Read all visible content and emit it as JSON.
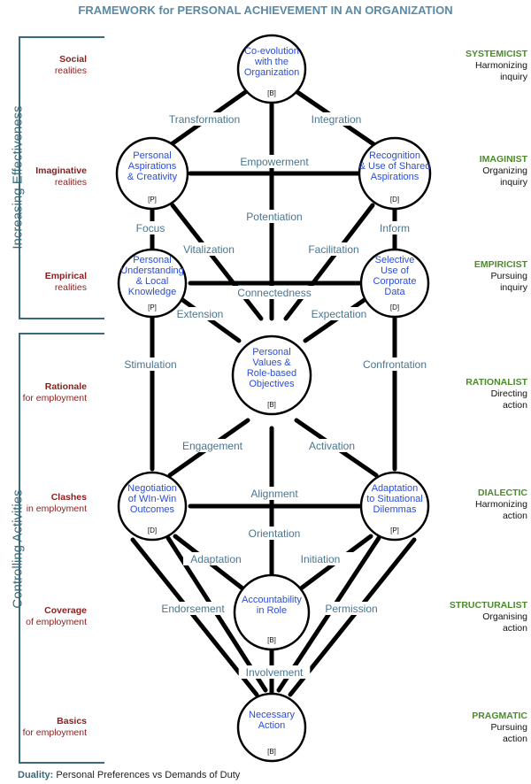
{
  "title": "FRAMEWORK for PERSONAL ACHIEVEMENT IN AN ORGANIZATION",
  "brackets": {
    "top": "Increasing Effectiveness",
    "bottom": "Controlling  Activities"
  },
  "left_labels": [
    {
      "strong": "Social",
      "sub": "realities"
    },
    {
      "strong": "Imaginative",
      "sub": "realities"
    },
    {
      "strong": "Empirical",
      "sub": "realities"
    },
    {
      "strong": "Rationale",
      "sub": "for employment"
    },
    {
      "strong": "Clashes",
      "sub": "in employment"
    },
    {
      "strong": "Coverage",
      "sub": "of employment"
    },
    {
      "strong": "Basics",
      "sub": "for employment"
    }
  ],
  "right_labels": [
    {
      "head": "SYSTEMICIST",
      "l1": "Harmonizing",
      "l2": "inquiry"
    },
    {
      "head": "IMAGINIST",
      "l1": "Organizing",
      "l2": "inquiry"
    },
    {
      "head": "EMPIRICIST",
      "l1": "Pursuing",
      "l2": "inquiry"
    },
    {
      "head": "RATIONALIST",
      "l1": "Directing",
      "l2": "action"
    },
    {
      "head": "DIALECTIC",
      "l1": "Harmonizing",
      "l2": "action"
    },
    {
      "head": "STRUCTURALIST",
      "l1": "Organising",
      "l2": "action"
    },
    {
      "head": "PRAGMATIC",
      "l1": "Pursuing",
      "l2": "action"
    }
  ],
  "nodes": {
    "coevolution": {
      "lines": [
        "Co-evolution",
        "with the",
        "Organization"
      ],
      "tag": "[B]"
    },
    "aspirations": {
      "lines": [
        "Personal",
        "Aspirations",
        "& Creativity"
      ],
      "tag": "[P]"
    },
    "recognition": {
      "lines": [
        "Recognition",
        "& Use of Shared",
        "Aspirations"
      ],
      "tag": "[D]"
    },
    "understanding": {
      "lines": [
        "Personal",
        "Understanding",
        "& Local",
        "Knowledge"
      ],
      "tag": "[P]"
    },
    "selective": {
      "lines": [
        "Selective",
        "Use of",
        "Corporate",
        "Data"
      ],
      "tag": "[D]"
    },
    "values": {
      "lines": [
        "Personal",
        "Values &",
        "Role-based",
        "Objectives"
      ],
      "tag": "[B]"
    },
    "negotiation": {
      "lines": [
        "Negotiation",
        "of WIn-Win",
        "Outcomes"
      ],
      "tag": "[D]"
    },
    "adaptation": {
      "lines": [
        "Adaptation",
        "to Situational",
        "Dilemmas"
      ],
      "tag": "[P]"
    },
    "accountability": {
      "lines": [
        "Accountability",
        "in Role"
      ],
      "tag": "[B]"
    },
    "necessary": {
      "lines": [
        "Necessary",
        "Action"
      ],
      "tag": "[B]"
    }
  },
  "paths": {
    "transformation": "Transformation",
    "integration": "Integration",
    "empowerment": "Empowerment",
    "potentiation": "Potentiation",
    "focus": "Focus",
    "vitalization": "Vitalization",
    "facilitation": "Facilitation",
    "inform": "Inform",
    "connectedness": "Connectedness",
    "extension": "Extension",
    "expectation": "Expectation",
    "stimulation": "Stimulation",
    "confrontation": "Confrontation",
    "engagement": "Engagement",
    "activation": "Activation",
    "alignment": "Alignment",
    "orientation": "Orientation",
    "adaptation": "Adaptation",
    "initiation": "Initiation",
    "endorsement": "Endorsement",
    "permission": "Permission",
    "involvement": "Involvement"
  },
  "footer": {
    "strong": "Duality:",
    "text": "Personal Preferences vs Demands of Duty"
  },
  "colors": {
    "node_text": "#2b4dd6",
    "path_label": "#4a7590",
    "left_label": "#8b1d1d",
    "right_head": "#4c8a2c",
    "bracket": "#3a6a7a"
  }
}
